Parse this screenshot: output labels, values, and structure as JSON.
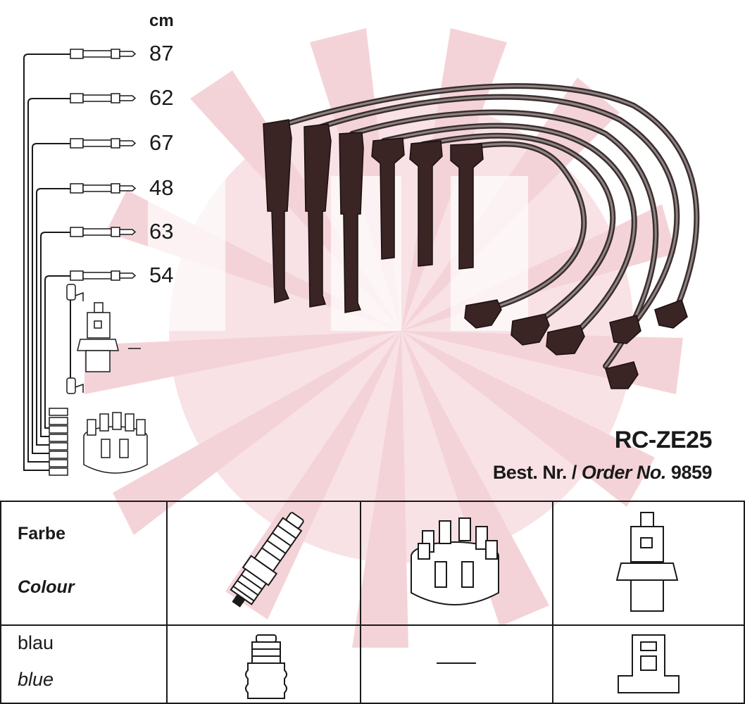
{
  "unit_label": "cm",
  "cable_lengths": [
    "87",
    "62",
    "67",
    "48",
    "63",
    "54"
  ],
  "model": "RC-ZE25",
  "order": {
    "prefix": "Best. Nr. /",
    "italic": "Order No.",
    "number": "9859"
  },
  "table": {
    "header_de": "Farbe",
    "header_en": "Colour",
    "color_de": "blau",
    "color_en": "blue"
  },
  "colors": {
    "ink": "#1a1a1a",
    "cable": "#4a3a3a",
    "boot": "#3c2424",
    "watermark": "#f2c4cb"
  },
  "icons": [
    "spark-plug-icon",
    "distributor-cap-icon",
    "ignition-coil-icon",
    "spark-plug-boot-icon",
    "coil-connector-icon"
  ]
}
